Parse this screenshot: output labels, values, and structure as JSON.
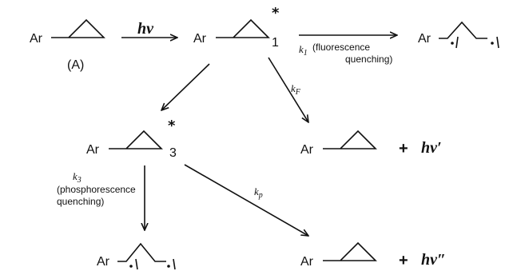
{
  "species": {
    "aryl": "Ar",
    "ground_label": "(A)",
    "singlet_index": "1",
    "triplet_index": "3",
    "excited_mark": "*"
  },
  "excitation": {
    "label": "hν"
  },
  "fluorescence_quenching": {
    "rate": "k",
    "rate_sub": "1",
    "note": "(fluorescence quenching)",
    "note_line1": "(fluorescence",
    "note_line2": "quenching)"
  },
  "fluorescence": {
    "rate": "k",
    "rate_sub": "F",
    "plus": "+",
    "emission": "hν′"
  },
  "phosphorescence_quenching": {
    "rate": "k",
    "rate_sub": "3",
    "note_line1": "(phosphorescence",
    "note_line2": "quenching)"
  },
  "phosphorescence": {
    "rate": "k",
    "rate_sub": "p",
    "plus": "+",
    "emission": "hν″"
  }
}
